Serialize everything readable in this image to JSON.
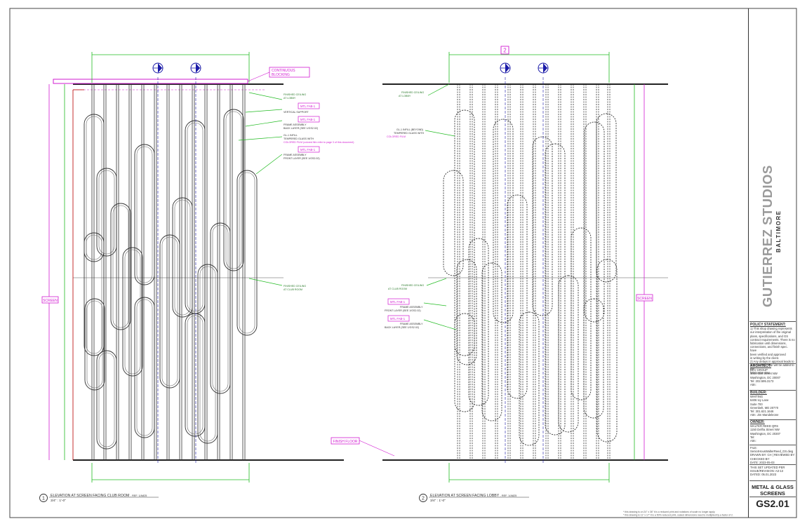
{
  "elevation_1": {
    "number": "1",
    "title": "ELEVATION AT SCREEN FACING CLUB ROOM",
    "ref": "- REF. 1/A825",
    "scale": "3/4\" : 1'-0\"",
    "labels": {
      "continuous_blocking": [
        "CONTINUOUS",
        "BLOCKING"
      ],
      "finished_ceiling": [
        "FINISHED CEILING",
        "AT LOBBY"
      ],
      "vertical_support": [
        "MTL FAB-1",
        "VERTICAL SUPPORT"
      ],
      "frame_back": [
        "MTL FAB-1",
        "FRAME ASSEMBLY",
        "BACK LAYER (SEE 1/GS2.02)"
      ],
      "gl_infill": [
        "GL-1 INFILL",
        "TEMPERED GLASS WITH",
        "COLORED FILM (colored film refer to page 3 of this document)"
      ],
      "frame_front": [
        "MTL FAB-1",
        "FRAME ASSEMBLY",
        "FRONT LAYER (SEE 1/GS2.02)"
      ],
      "finished_ceiling_club": [
        "FINISHED CEILING",
        "AT CLUB ROOM"
      ],
      "finish_floor": "FINISH FLOOR",
      "tag_left": "SCREEN"
    }
  },
  "elevation_2": {
    "number": "2",
    "title": "ELEVATION AT SCREEN FACING LOBBY",
    "ref": "- REF. 1/A825",
    "scale": "3/4\" : 1'-0\"",
    "section_tag": "2",
    "labels": {
      "finished_ceiling": [
        "FINISHED CEILING",
        "AT LOBBY"
      ],
      "gl_infill": [
        "GL-1 INFILL (BEYOND)",
        "TEMPERED GLASS WITH",
        "COLORED FILM"
      ],
      "finished_ceiling_club": [
        "FINISHED CEILING",
        "AT CLUB ROOM"
      ],
      "fab_front": [
        "MTL FAB-1",
        "FRAME ASSEMBLY",
        "FRONT LAYER (SEE 1/GS2.02)"
      ],
      "fab_back": [
        "MTL FAB-1",
        "FRAME ASSEMBLY",
        "BACK LAYER (SEE 1/GS2.02)"
      ],
      "tag_right": "SCREEN"
    }
  },
  "title_block": {
    "logo_main": "GUTIERREZ STUDIOS",
    "logo_sub": "BALTIMORE",
    "policy_head": "POLICY STATEMENT:",
    "policy_lines": [
      "1) This shop drawing represents",
      "our interpretation of the original",
      "plans, specifications, and GS",
      "contract requirements. There is no",
      "fabrication until dimensions,",
      "connections, and finish spec. have",
      "been verified and approved",
      "in writing by the client.",
      "2) Any delays in approval leads to",
      "reproduction time will be added to the",
      "fabrication time."
    ],
    "architect_head": "ARCHITECT:",
    "architect_lines": [
      "BKV GROUP",
      "1054 31st Street NW",
      "Washington, DC 20007",
      "Tel: 202.595.3173",
      "Attn:"
    ],
    "builder_head": "BUILDER:",
    "builder_lines": [
      "WHITING",
      "6406 Ivy Lane",
      "Suite 700",
      "Greenbelt, MD 20770",
      "Tel: 301.621.1646",
      "Attn: Jim Mandeleone"
    ],
    "owner_head": "OWNER:",
    "owner_lines": [
      "WALTER REED QRS",
      "1150 Delfra Street NW",
      "Washington, DC 20307",
      "Tel:",
      "Attn:"
    ],
    "file_lines": [
      "FILE: SeniorHousWalterReed_GS.dwg",
      "DRAWN BY: CH | REVIEWED BY:",
      "CHECKED BY:",
      "DATE: 2023-05-03"
    ],
    "last_updated_lines": [
      "THIS SET UPDATED PER",
      "ISSUE/REVISION: A3-13",
      "DATED: 05.01.2023"
    ],
    "sheet_title": [
      "METAL & GLASS",
      "SCREENS"
    ],
    "sheet_number": "GS2.01"
  },
  "footnotes": [
    "* this drawing is on 24\" x 36\" it is a reduced print and notations of scale no longer apply.",
    "* this drawing is 11\" x 17\" it is a 50% reduced print, scaled dimensions need to multiplied by a factor of 2."
  ],
  "colors": {
    "green": "#22bb22",
    "magenta": "#d21bd2",
    "blue": "#1a1aa8",
    "red": "#c01818",
    "line": "#222222"
  }
}
